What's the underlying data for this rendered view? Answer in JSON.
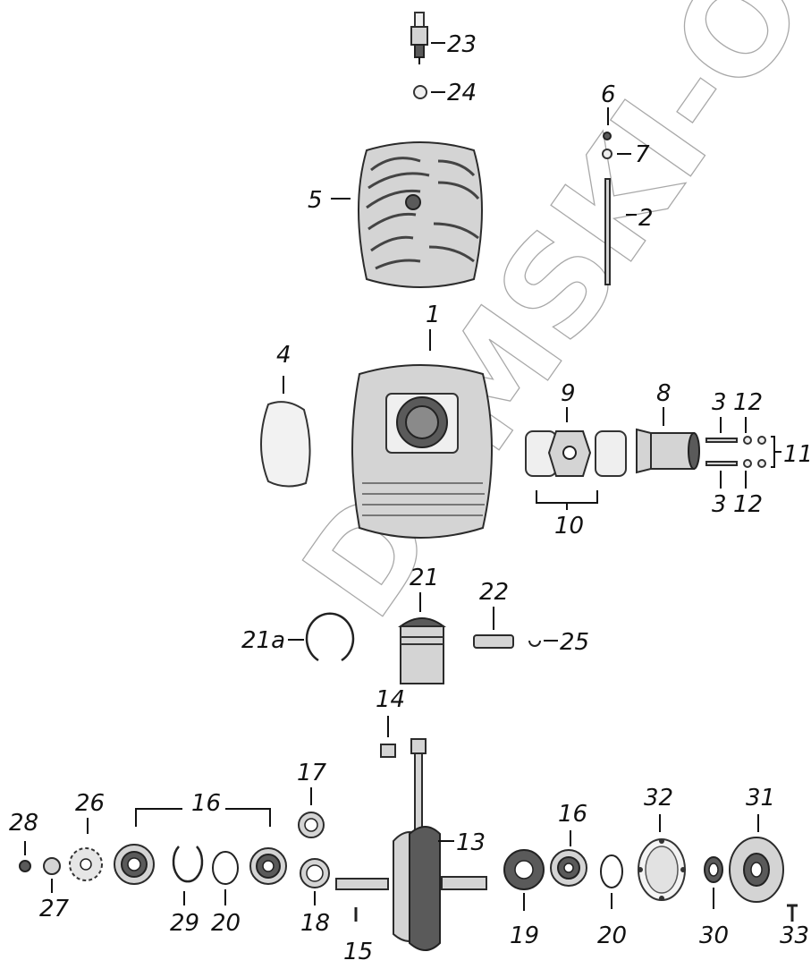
{
  "watermark": "DEMSKI-OS",
  "labels": {
    "l23": "23",
    "l24": "24",
    "l6": "6",
    "l7": "7",
    "l5": "5",
    "l2": "2",
    "l1": "1",
    "l4": "4",
    "l9": "9",
    "l8": "8",
    "l3a": "3",
    "l12a": "12",
    "l11": "11",
    "l3b": "3",
    "l12b": "12",
    "l10": "10",
    "l21": "21",
    "l21a": "21a",
    "l22": "22",
    "l25": "25",
    "l14": "14",
    "l17": "17",
    "l26": "26",
    "l16a": "16",
    "l28": "28",
    "l27": "27",
    "l29": "29",
    "l20a": "20",
    "l18": "18",
    "l15": "15",
    "l13": "13",
    "l16b": "16",
    "l19": "19",
    "l20b": "20",
    "l32": "32",
    "l31": "31",
    "l30": "30",
    "l33": "33"
  }
}
